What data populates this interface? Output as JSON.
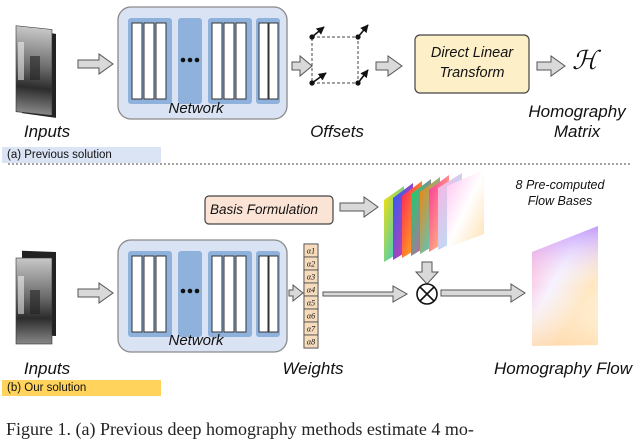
{
  "top": {
    "inputs_label": "Inputs",
    "network_label": "Network",
    "offsets_label": "Offsets",
    "dlt_label_line1": "Direct Linear",
    "dlt_label_line2": "Transform",
    "h_symbol": "ℋ",
    "output_label_line1": "Homography",
    "output_label_line2": "Matrix",
    "tag": "(a) Previous solution"
  },
  "bottom": {
    "inputs_label": "Inputs",
    "network_label": "Network",
    "weights_label": "Weights",
    "weights": [
      "α1",
      "α2",
      "α3",
      "α4",
      "α5",
      "α6",
      "α7",
      "α8"
    ],
    "basis_label": "Basis Formulation",
    "bases_label_line1": "8 Pre-computed",
    "bases_label_line2": "Flow Bases",
    "output_label": "Homography Flow",
    "tag": "(b) Our solution"
  },
  "caption": "Figure 1. (a) Previous deep homography methods estimate 4 mo-",
  "colors": {
    "network_fill": "#dae3f3",
    "network_inner": "#8fb2dd",
    "dlt_fill": "#fdf0c8",
    "basis_fill": "#fbe3d6",
    "weight_fill": "#f6dcbc",
    "tag_a": "#dbe4f4",
    "tag_b": "#ffd35c",
    "arrow_fill": "#d9d9d9"
  }
}
